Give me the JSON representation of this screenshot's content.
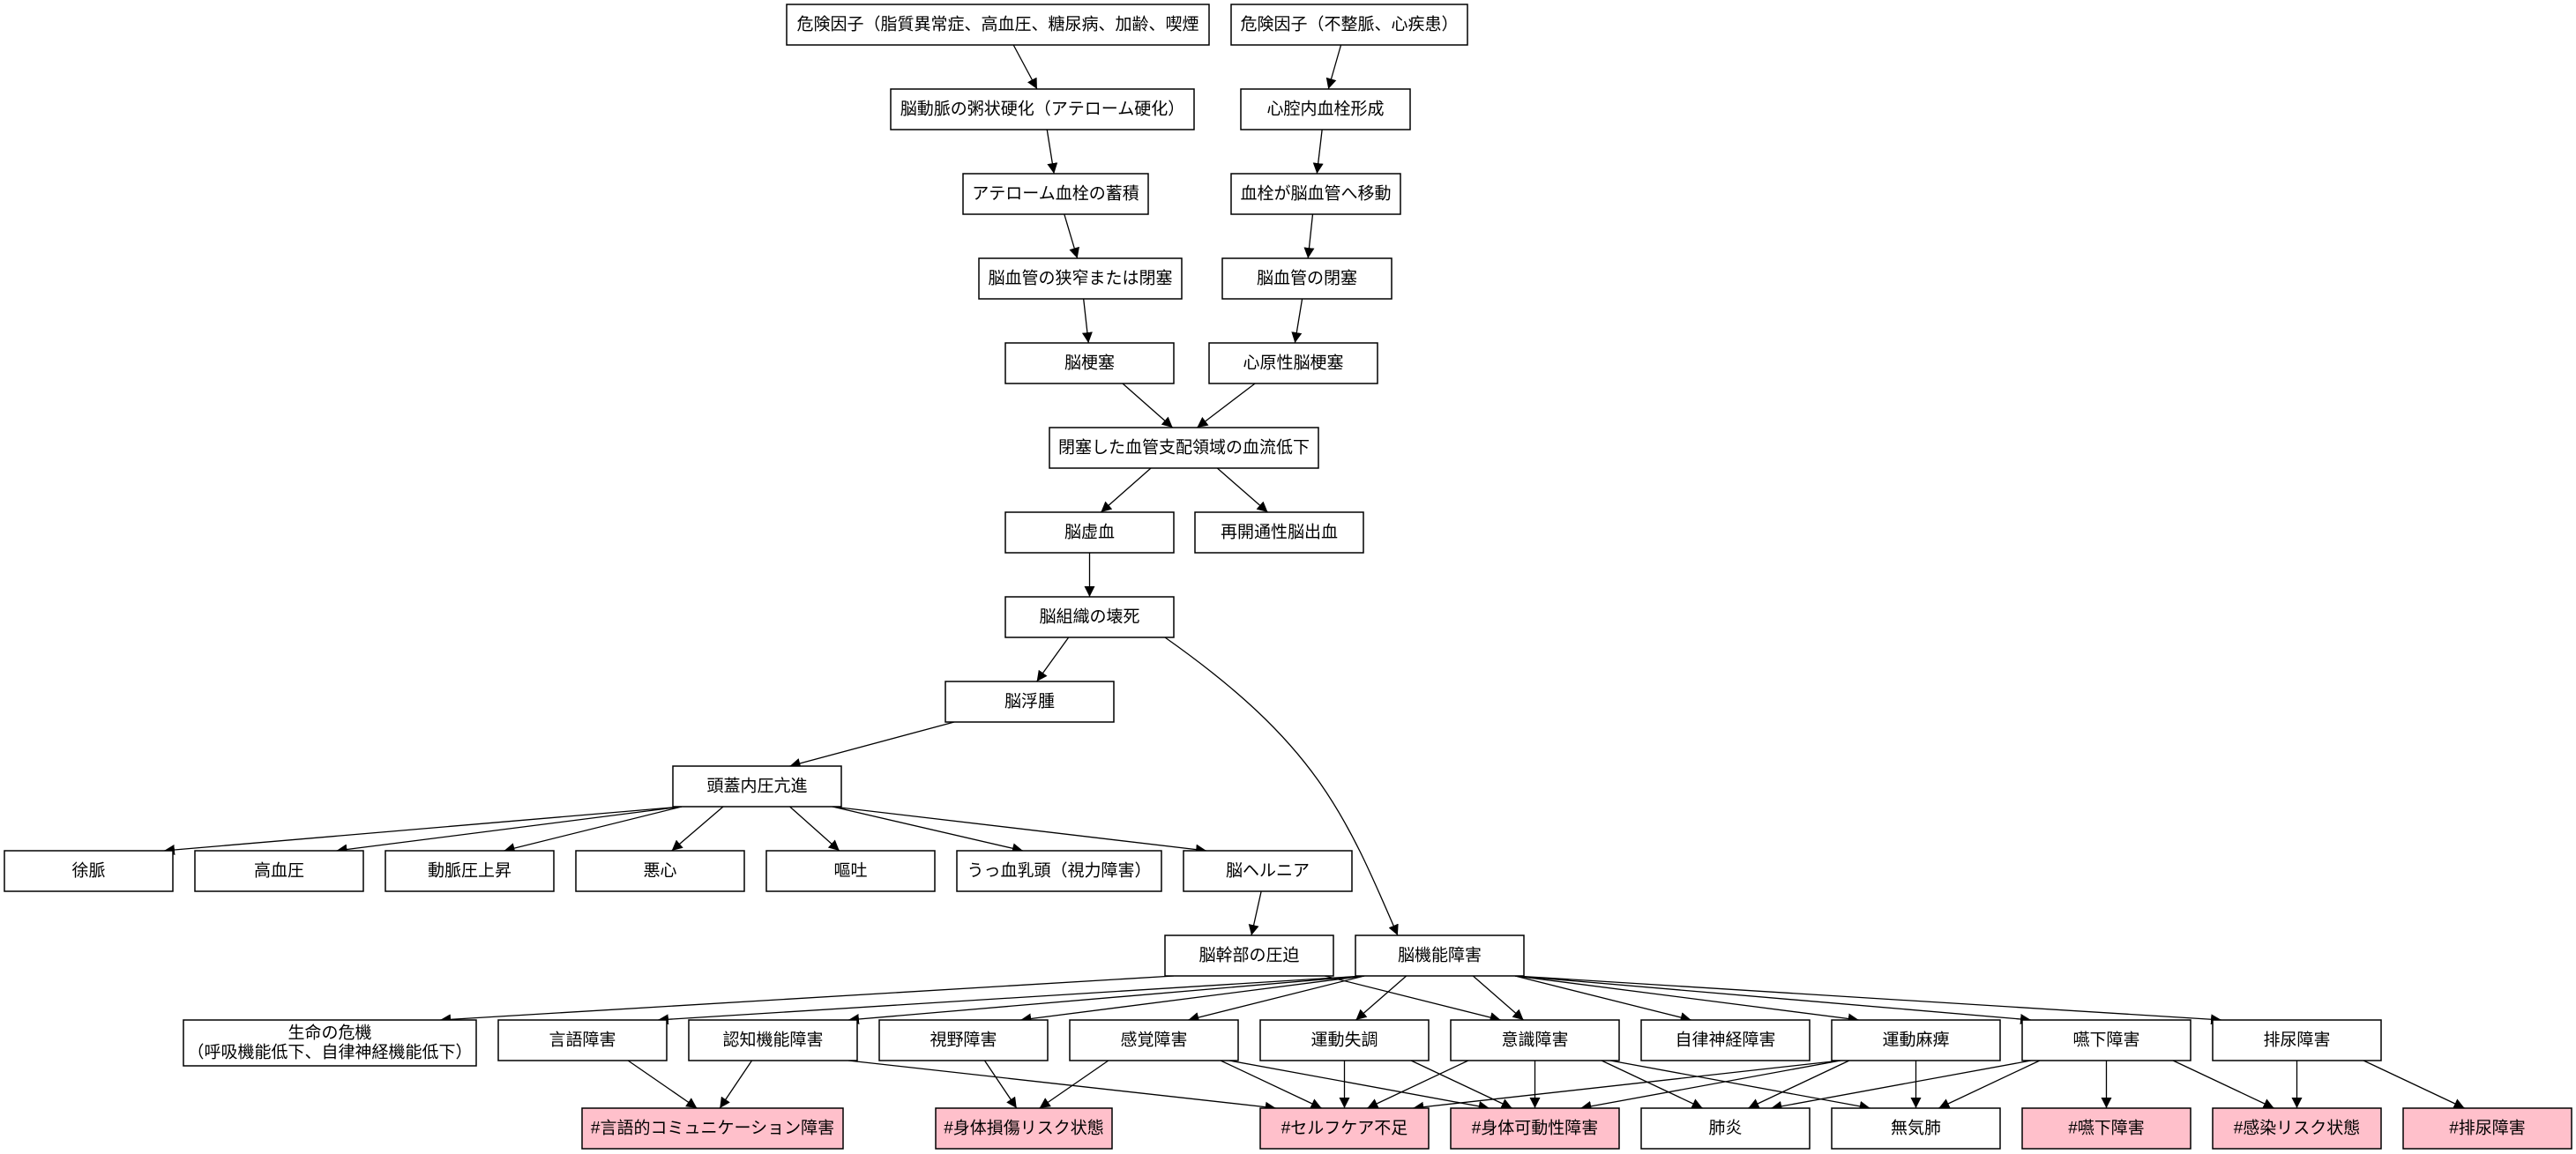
{
  "diagram": {
    "nodes": [
      {
        "id": "rf1",
        "lines": [
          "危険因子（脂質異常症、高血圧、糖尿病、加齢、喫煙"
        ]
      },
      {
        "id": "rf2",
        "lines": [
          "危険因子（不整脈、心疾患）"
        ]
      },
      {
        "id": "athero",
        "lines": [
          "脳動脈の粥状硬化（アテローム硬化）"
        ]
      },
      {
        "id": "cardiac_thrombus",
        "lines": [
          "心腔内血栓形成"
        ]
      },
      {
        "id": "athero_accum",
        "lines": [
          "アテローム血栓の蓄積"
        ]
      },
      {
        "id": "thrombus_move",
        "lines": [
          "血栓が脳血管へ移動"
        ]
      },
      {
        "id": "stenosis",
        "lines": [
          "脳血管の狭窄または閉塞"
        ]
      },
      {
        "id": "occlusion",
        "lines": [
          "脳血管の閉塞"
        ]
      },
      {
        "id": "infarction",
        "lines": [
          "脳梗塞"
        ]
      },
      {
        "id": "cardioembolic",
        "lines": [
          "心原性脳梗塞"
        ]
      },
      {
        "id": "bloodflow",
        "lines": [
          "閉塞した血管支配領域の血流低下"
        ]
      },
      {
        "id": "ischemia",
        "lines": [
          "脳虚血"
        ]
      },
      {
        "id": "reperfusion",
        "lines": [
          "再開通性脳出血"
        ]
      },
      {
        "id": "necrosis",
        "lines": [
          "脳組織の壊死"
        ]
      },
      {
        "id": "edema",
        "lines": [
          "脳浮腫"
        ]
      },
      {
        "id": "icp",
        "lines": [
          "頭蓋内圧亢進"
        ]
      },
      {
        "id": "bradycardia",
        "lines": [
          "徐脈"
        ]
      },
      {
        "id": "hypertension",
        "lines": [
          "高血圧"
        ]
      },
      {
        "id": "pulse_pressure",
        "lines": [
          "動脈圧上昇"
        ]
      },
      {
        "id": "nausea",
        "lines": [
          "悪心"
        ]
      },
      {
        "id": "vomiting",
        "lines": [
          "嘔吐"
        ]
      },
      {
        "id": "papilledema",
        "lines": [
          "うっ血乳頭（視力障害）"
        ]
      },
      {
        "id": "herniation",
        "lines": [
          "脳ヘルニア"
        ]
      },
      {
        "id": "brainstem",
        "lines": [
          "脳幹部の圧迫"
        ]
      },
      {
        "id": "dysfunction",
        "lines": [
          "脳機能障害"
        ]
      },
      {
        "id": "life_threat",
        "lines": [
          "生命の危機",
          "（呼吸機能低下、自律神経機能低下）"
        ]
      },
      {
        "id": "aphasia",
        "lines": [
          "言語障害"
        ]
      },
      {
        "id": "cognitive",
        "lines": [
          "認知機能障害"
        ]
      },
      {
        "id": "visual",
        "lines": [
          "視野障害"
        ]
      },
      {
        "id": "sensory",
        "lines": [
          "感覚障害"
        ]
      },
      {
        "id": "ataxia",
        "lines": [
          "運動失調"
        ]
      },
      {
        "id": "consciousness",
        "lines": [
          "意識障害"
        ]
      },
      {
        "id": "autonomic",
        "lines": [
          "自律神経障害"
        ]
      },
      {
        "id": "paralysis",
        "lines": [
          "運動麻痺"
        ]
      },
      {
        "id": "dysphagia",
        "lines": [
          "嚥下障害"
        ]
      },
      {
        "id": "urinary",
        "lines": [
          "排尿障害"
        ]
      },
      {
        "id": "nd_comm",
        "lines": [
          "#言語的コミュニケーション障害"
        ]
      },
      {
        "id": "nd_injury",
        "lines": [
          "#身体損傷リスク状態"
        ]
      },
      {
        "id": "nd_selfcare",
        "lines": [
          "#セルフケア不足"
        ]
      },
      {
        "id": "nd_mobility",
        "lines": [
          "#身体可動性障害"
        ]
      },
      {
        "id": "pneumonia",
        "lines": [
          "肺炎"
        ]
      },
      {
        "id": "atelectasis",
        "lines": [
          "無気肺"
        ]
      },
      {
        "id": "nd_swallow",
        "lines": [
          "#嚥下障害"
        ]
      },
      {
        "id": "nd_infection",
        "lines": [
          "#感染リスク状態"
        ]
      },
      {
        "id": "nd_urinary",
        "lines": [
          "#排尿障害"
        ]
      }
    ],
    "highlight_color": "#ffc0cb",
    "highlighted": [
      "nd_comm",
      "nd_injury",
      "nd_selfcare",
      "nd_mobility",
      "nd_swallow",
      "nd_infection",
      "nd_urinary"
    ],
    "edges": [
      [
        "rf1",
        "athero"
      ],
      [
        "athero",
        "athero_accum"
      ],
      [
        "athero_accum",
        "stenosis"
      ],
      [
        "stenosis",
        "infarction"
      ],
      [
        "rf2",
        "cardiac_thrombus"
      ],
      [
        "cardiac_thrombus",
        "thrombus_move"
      ],
      [
        "thrombus_move",
        "occlusion"
      ],
      [
        "occlusion",
        "cardioembolic"
      ],
      [
        "infarction",
        "bloodflow"
      ],
      [
        "cardioembolic",
        "bloodflow"
      ],
      [
        "bloodflow",
        "ischemia"
      ],
      [
        "bloodflow",
        "reperfusion"
      ],
      [
        "ischemia",
        "necrosis"
      ],
      [
        "necrosis",
        "edema"
      ],
      [
        "necrosis",
        "dysfunction"
      ],
      [
        "edema",
        "icp"
      ],
      [
        "icp",
        "bradycardia"
      ],
      [
        "icp",
        "hypertension"
      ],
      [
        "icp",
        "pulse_pressure"
      ],
      [
        "icp",
        "nausea"
      ],
      [
        "icp",
        "vomiting"
      ],
      [
        "icp",
        "papilledema"
      ],
      [
        "icp",
        "herniation"
      ],
      [
        "herniation",
        "brainstem"
      ],
      [
        "brainstem",
        "life_threat"
      ],
      [
        "brainstem",
        "consciousness"
      ],
      [
        "dysfunction",
        "aphasia"
      ],
      [
        "dysfunction",
        "cognitive"
      ],
      [
        "dysfunction",
        "visual"
      ],
      [
        "dysfunction",
        "sensory"
      ],
      [
        "dysfunction",
        "ataxia"
      ],
      [
        "dysfunction",
        "consciousness"
      ],
      [
        "dysfunction",
        "autonomic"
      ],
      [
        "dysfunction",
        "paralysis"
      ],
      [
        "dysfunction",
        "dysphagia"
      ],
      [
        "dysfunction",
        "urinary"
      ],
      [
        "aphasia",
        "nd_comm"
      ],
      [
        "cognitive",
        "nd_comm"
      ],
      [
        "cognitive",
        "nd_selfcare"
      ],
      [
        "visual",
        "nd_injury"
      ],
      [
        "sensory",
        "nd_injury"
      ],
      [
        "sensory",
        "nd_selfcare"
      ],
      [
        "sensory",
        "nd_mobility"
      ],
      [
        "ataxia",
        "nd_selfcare"
      ],
      [
        "ataxia",
        "nd_mobility"
      ],
      [
        "consciousness",
        "nd_selfcare"
      ],
      [
        "consciousness",
        "nd_mobility"
      ],
      [
        "consciousness",
        "pneumonia"
      ],
      [
        "consciousness",
        "atelectasis"
      ],
      [
        "paralysis",
        "nd_selfcare"
      ],
      [
        "paralysis",
        "nd_mobility"
      ],
      [
        "paralysis",
        "pneumonia"
      ],
      [
        "paralysis",
        "atelectasis"
      ],
      [
        "dysphagia",
        "atelectasis"
      ],
      [
        "dysphagia",
        "nd_swallow"
      ],
      [
        "dysphagia",
        "nd_infection"
      ],
      [
        "dysphagia",
        "pneumonia"
      ],
      [
        "urinary",
        "nd_infection"
      ],
      [
        "urinary",
        "nd_urinary"
      ]
    ]
  }
}
